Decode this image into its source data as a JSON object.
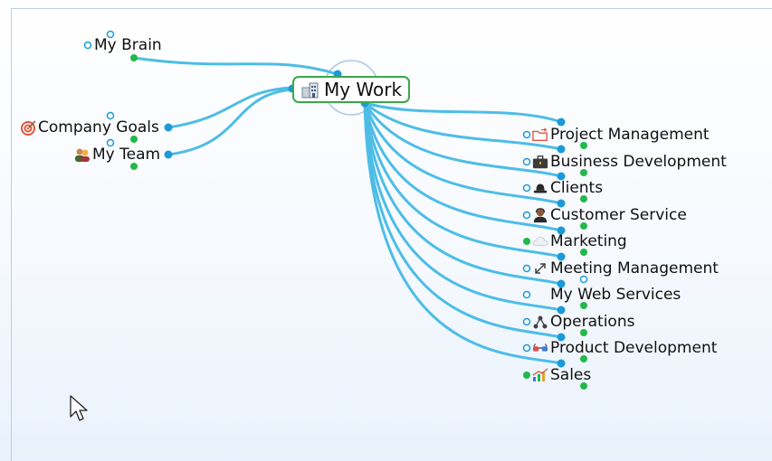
{
  "central": {
    "label": "My Work",
    "icon": "office-building-icon"
  },
  "left_topics": [
    {
      "label": "My Brain",
      "icon": ""
    },
    {
      "label": "Company Goals",
      "icon": "target-icon"
    },
    {
      "label": "My Team",
      "icon": "team-icon"
    }
  ],
  "right_topics": [
    {
      "label": "Project Management",
      "icon": "folder-icon"
    },
    {
      "label": "Business Development",
      "icon": "briefcase-icon"
    },
    {
      "label": "Clients",
      "icon": "hat-icon"
    },
    {
      "label": "Customer Service",
      "icon": "agent-icon"
    },
    {
      "label": "Marketing",
      "icon": "cloud-icon"
    },
    {
      "label": "Meeting Management",
      "icon": "arrows-icon"
    },
    {
      "label": "My Web Services",
      "icon": ""
    },
    {
      "label": "Operations",
      "icon": "network-icon"
    },
    {
      "label": "Product Development",
      "icon": "glasses-icon"
    },
    {
      "label": "Sales",
      "icon": "bar-chart-icon"
    }
  ],
  "colors": {
    "link": "#4dbde6",
    "handle_blue": "#1b9ad7",
    "handle_green": "#22b84a",
    "central_border": "#3aa84a"
  }
}
